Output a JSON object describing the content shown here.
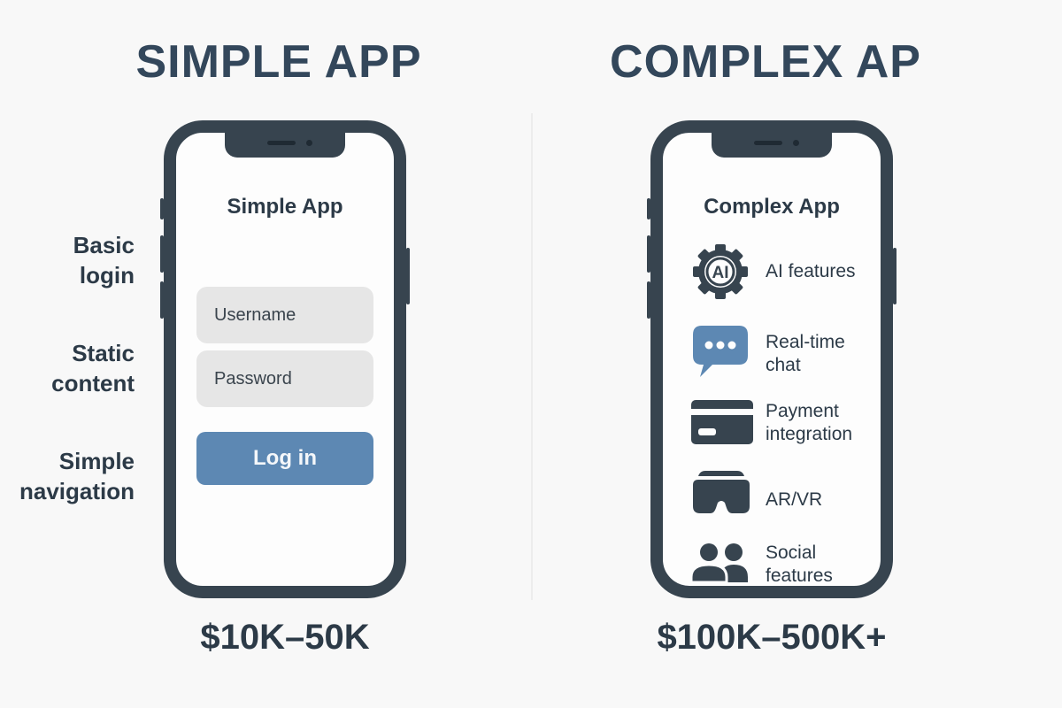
{
  "headings": {
    "left": "SIMPLE APP",
    "right": "COMPLEX AP"
  },
  "simple_app": {
    "screen_title": "Simple App",
    "side_labels": [
      "Basic\nlogin",
      "Static\ncontent",
      "Simple\nnavigation"
    ],
    "username_placeholder": "Username",
    "password_placeholder": "Password",
    "login_button": "Log in",
    "price": "$10K–50K"
  },
  "complex_app": {
    "screen_title": "Complex App",
    "features": [
      {
        "icon": "ai-gear-icon",
        "label": "AI features"
      },
      {
        "icon": "chat-bubble-icon",
        "label": "Real-time\nchat"
      },
      {
        "icon": "credit-card-icon",
        "label": "Payment\nintegration"
      },
      {
        "icon": "vr-headset-icon",
        "label": "AR/VR"
      },
      {
        "icon": "users-icon",
        "label": "Social\nfeatures"
      }
    ],
    "ai_icon_text": "AI",
    "price": "$100K–500K+"
  },
  "colors": {
    "background": "#f8f8f8",
    "phone_frame": "#37444f",
    "text_dark": "#2c3a47",
    "accent_blue": "#5d88b3",
    "input_bg": "#e6e6e6"
  }
}
